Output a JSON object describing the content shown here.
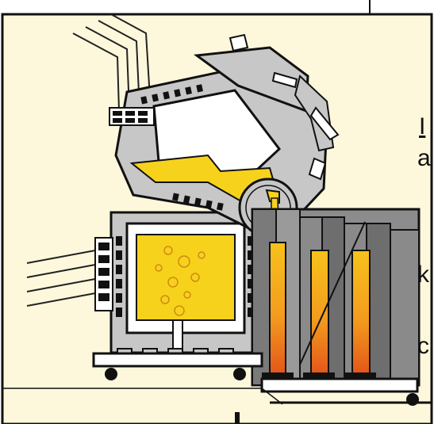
{
  "colors": {
    "panel_background": "#fdf8dc",
    "border": "#111111",
    "vessel_gray": "#c7c7c7",
    "refractory_dark": "#7a7a7a",
    "molten_yellow": "#f7d21c",
    "mold_orange": "#f39b1e",
    "mold_red": "#e2521a",
    "frame_black": "#111111"
  },
  "cutoff_text": {
    "line1": "I",
    "line2": "a",
    "line3": "k",
    "line4": "c"
  }
}
